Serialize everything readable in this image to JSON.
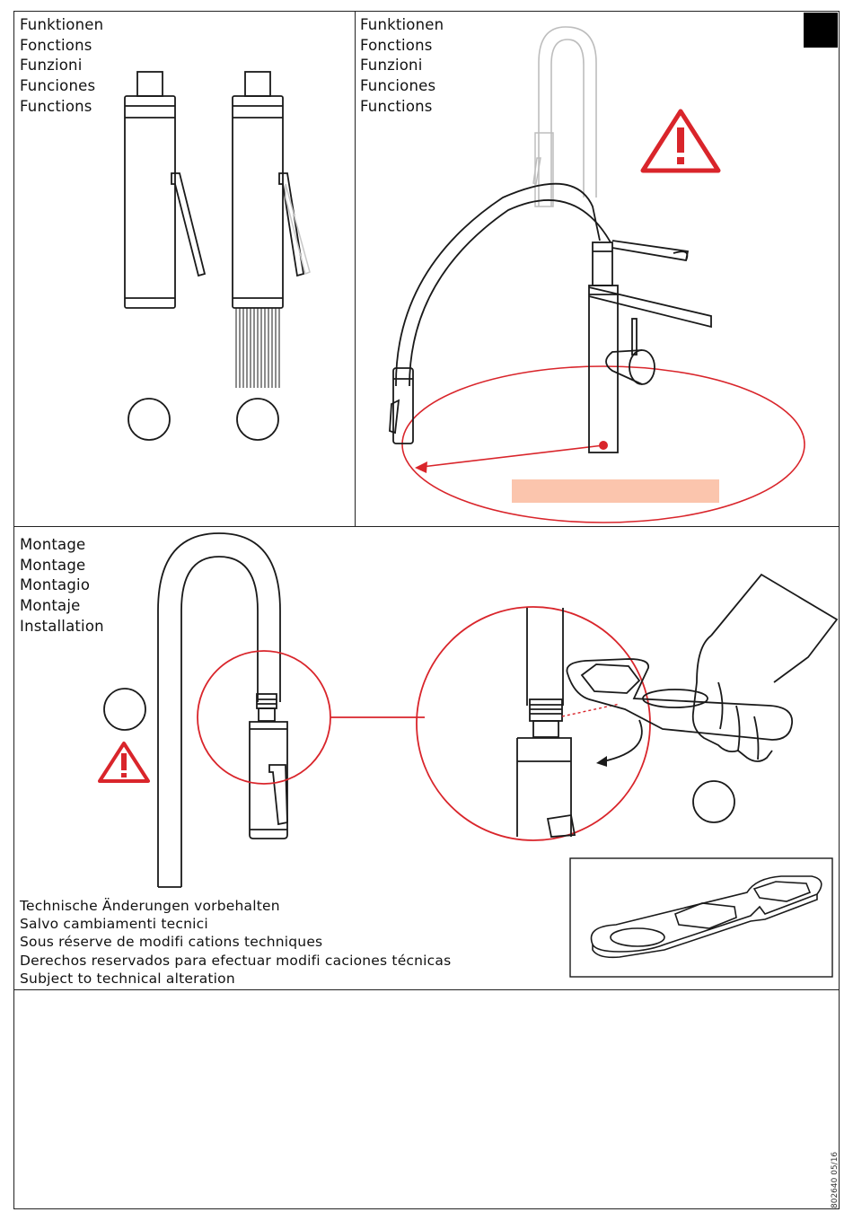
{
  "functions_left": {
    "lines": [
      "Funktionen",
      "Fonctions",
      "Funzioni",
      "Funciones",
      "Functions"
    ]
  },
  "functions_right": {
    "lines": [
      "Funktionen",
      "Fonctions",
      "Funzioni",
      "Funciones",
      "Functions"
    ]
  },
  "montage": {
    "lines": [
      "Montage",
      "Montage",
      "Montagio",
      "Montaje",
      "Installation"
    ]
  },
  "technical_note": {
    "lines": [
      "Technische Änderungen vorbehalten",
      "Salvo cambiamenti tecnici",
      "Sous réserve de modifi cations techniques",
      "Derechos reservados para efectuar modifi caciones técnicas",
      "Subject to technical alteration"
    ]
  },
  "doc_number": "802640 05/16",
  "colors": {
    "line": "#1a1a1a",
    "warning_red": "#d9252b",
    "highlight_band": "#fbc5ad",
    "ghost_gray": "#b5b5b5"
  },
  "icons": [
    "warning-triangle-icon",
    "magnifier-circle-icon",
    "wrench-tool-icon",
    "hand-icon"
  ]
}
